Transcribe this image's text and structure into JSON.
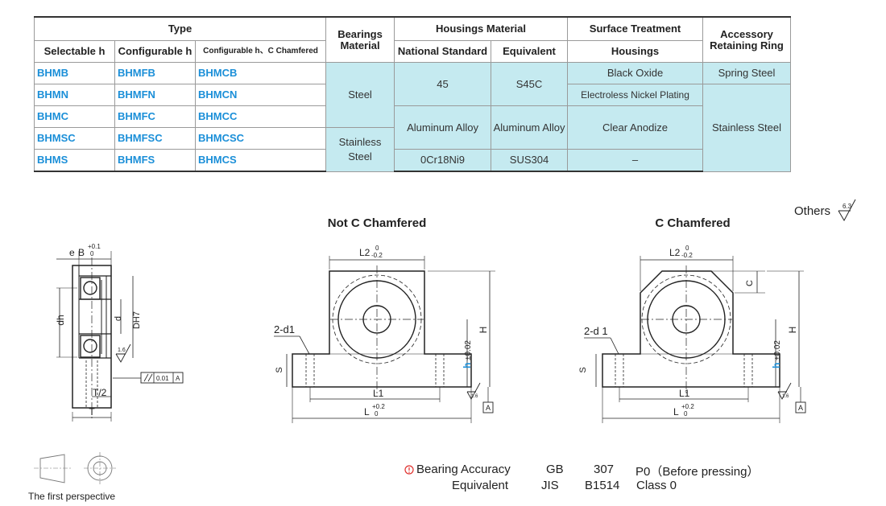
{
  "table": {
    "headers": {
      "type": "Type",
      "bearings_material": "Bearings Material",
      "housings_material": "Housings Material",
      "surface_treatment": "Surface Treatment",
      "accessory": "Accessory Retaining Ring",
      "selectable": "Selectable h",
      "configurable": "Configurable h",
      "configurable_c": "Configurable h、C Chamfered",
      "national_standard": "National Standard",
      "equivalent": "Equivalent",
      "housings": "Housings"
    },
    "rows": [
      {
        "selectable": "BHMB",
        "configurable": "BHMFB",
        "chamfered": "BHMCB"
      },
      {
        "selectable": "BHMN",
        "configurable": "BHMFN",
        "chamfered": "BHMCN"
      },
      {
        "selectable": "BHMC",
        "configurable": "BHMFC",
        "chamfered": "BHMCC"
      },
      {
        "selectable": "BHMSC",
        "configurable": "BHMFSC",
        "chamfered": "BHMCSC"
      },
      {
        "selectable": "BHMS",
        "configurable": "BHMFS",
        "chamfered": "BHMCS"
      }
    ],
    "cells": {
      "steel": "Steel",
      "stainless_steel": "Stainless Steel",
      "std_45": "45",
      "eq_s45c": "S45C",
      "aluminum_alloy": "Aluminum Alloy",
      "std_0cr18ni9": "0Cr18Ni9",
      "eq_sus304": "SUS304",
      "black_oxide": "Black Oxide",
      "electroless_nickel": "Electroless Nickel Plating",
      "clear_anodize": "Clear Anodize",
      "dash": "–",
      "spring_steel": "Spring Steel",
      "ring_stainless": "Stainless Steel"
    }
  },
  "drawings": {
    "not_chamfered_title": "Not C Chamfered",
    "chamfered_title": "C Chamfered",
    "others": "Others",
    "roughness_others": "6.3",
    "roughness_base": "1.6",
    "side": {
      "e": "e",
      "B": "B",
      "B_tol_upper": "+0.1",
      "B_tol_lower": "0",
      "dh": "dh",
      "d": "d",
      "DH7": "DH7",
      "T_half": "T/2",
      "T": "T",
      "parallel_tol": "0.01",
      "datum": "A"
    },
    "front": {
      "L2": "L2",
      "L2_tol_upper": "0",
      "L2_tol_lower": "-0.2",
      "two_d1": "2-d1",
      "S": "S",
      "H": "H",
      "h": "h",
      "h_tol": "±0.02",
      "L1": "L1",
      "L": "L",
      "L_tol_upper": "+0.2",
      "L_tol_lower": "0",
      "datum": "A"
    },
    "chamfer": {
      "L2": "L2",
      "L2_tol_upper": "0",
      "L2_tol_lower": "-0.2",
      "two_d1": "2-d 1",
      "C": "C",
      "S": "S",
      "H": "H",
      "h": "h",
      "h_tol": "±0.02",
      "L1": "L1",
      "L": "L",
      "L_tol_upper": "+0.2",
      "L_tol_lower": "0",
      "datum": "A"
    }
  },
  "footer": {
    "first_perspective": "The first perspective",
    "accuracy_label": "Bearing Accuracy",
    "equivalent_label": "Equivalent",
    "gb": "GB",
    "gb_num": "307",
    "gb_class": "P0（Before pressing）",
    "jis": "JIS",
    "jis_num": "B1514",
    "jis_class": "Class 0",
    "warning_icon": "warning-circle-icon",
    "accent_color": "#1b8fd8",
    "cell_color": "#c5eaf0"
  }
}
